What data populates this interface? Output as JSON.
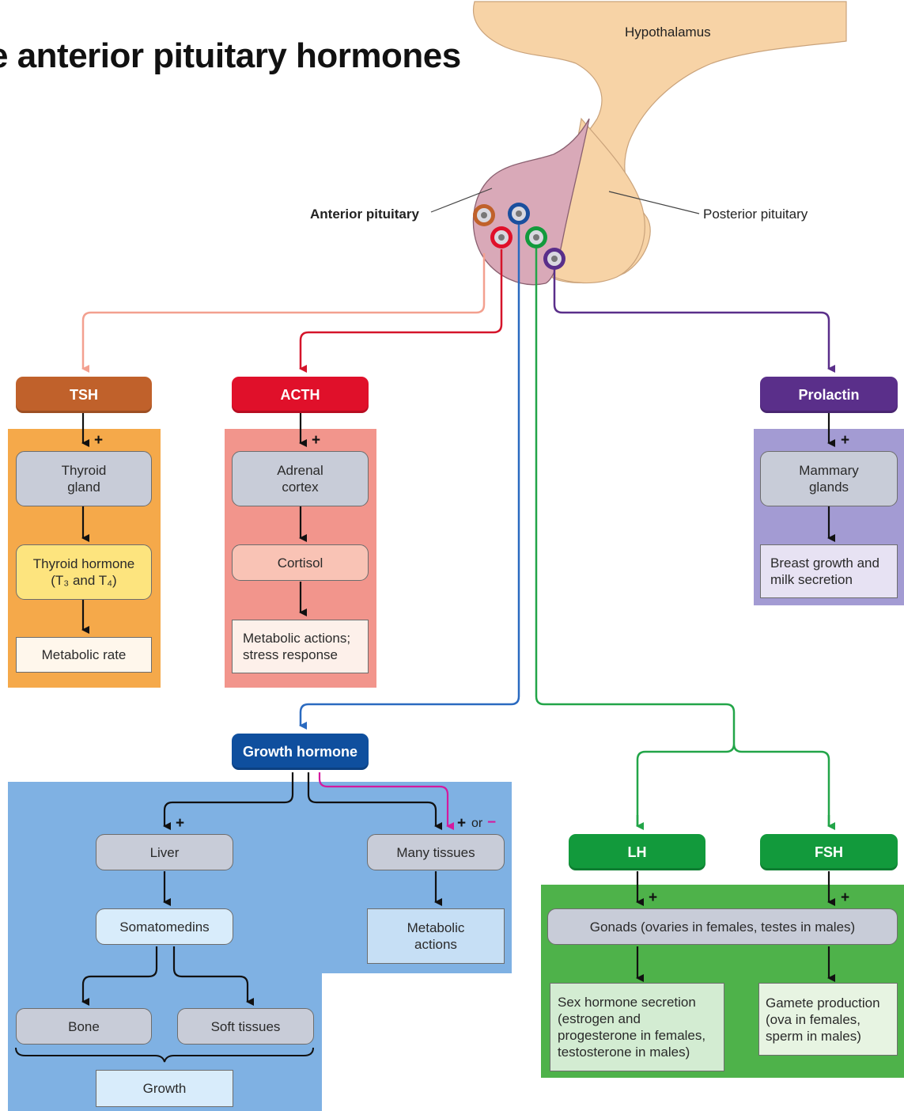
{
  "title": "e anterior pituitary hormones",
  "labels": {
    "hypothalamus": "Hypothalamus",
    "anterior_pituitary": "Anterior pituitary",
    "posterior_pituitary": "Posterior pituitary"
  },
  "hormones": {
    "tsh": "TSH",
    "acth": "ACTH",
    "prolactin": "Prolactin",
    "growth_hormone": "Growth hormone",
    "lh": "LH",
    "fsh": "FSH"
  },
  "targets": {
    "thyroid_gland": "Thyroid\ngland",
    "thyroid_hormone": "Thyroid hormone\n(T₃ and T₄)",
    "metabolic_rate": "Metabolic rate",
    "adrenal_cortex": "Adrenal\ncortex",
    "cortisol": "Cortisol",
    "metabolic_stress": "Metabolic actions;\nstress response",
    "mammary_glands": "Mammary\nglands",
    "breast_growth": "Breast growth and\nmilk secretion",
    "liver": "Liver",
    "many_tissues": "Many tissues",
    "somatomedins": "Somatomedins",
    "metabolic_actions": "Metabolic\nactions",
    "bone": "Bone",
    "soft_tissues": "Soft tissues",
    "growth": "Growth",
    "gonads": "Gonads (ovaries in females, testes in males)",
    "sex_hormone": "Sex hormone secretion\n(estrogen and\nprogesterone in females,\ntestosterone in males)",
    "gamete": "Gamete production\n(ova in females,\nsperm in males)"
  },
  "signs": {
    "plus": "+",
    "or": "or",
    "minus": "−"
  },
  "colors": {
    "tsh": "#c0612b",
    "acth": "#e0102a",
    "prolactin": "#5a2f8a",
    "growth_hormone": "#0f4f9e",
    "gonadotropin": "#129a3c",
    "tsh_panel": "#f5a94a",
    "acth_panel": "#f2958c",
    "prolactin_panel": "#a39bd3",
    "gh_panel": "#7fb1e3",
    "gonad_panel": "#4eb24a",
    "pituitary": "#d9a9b8",
    "hypothalamus": "#f7d3a6"
  }
}
